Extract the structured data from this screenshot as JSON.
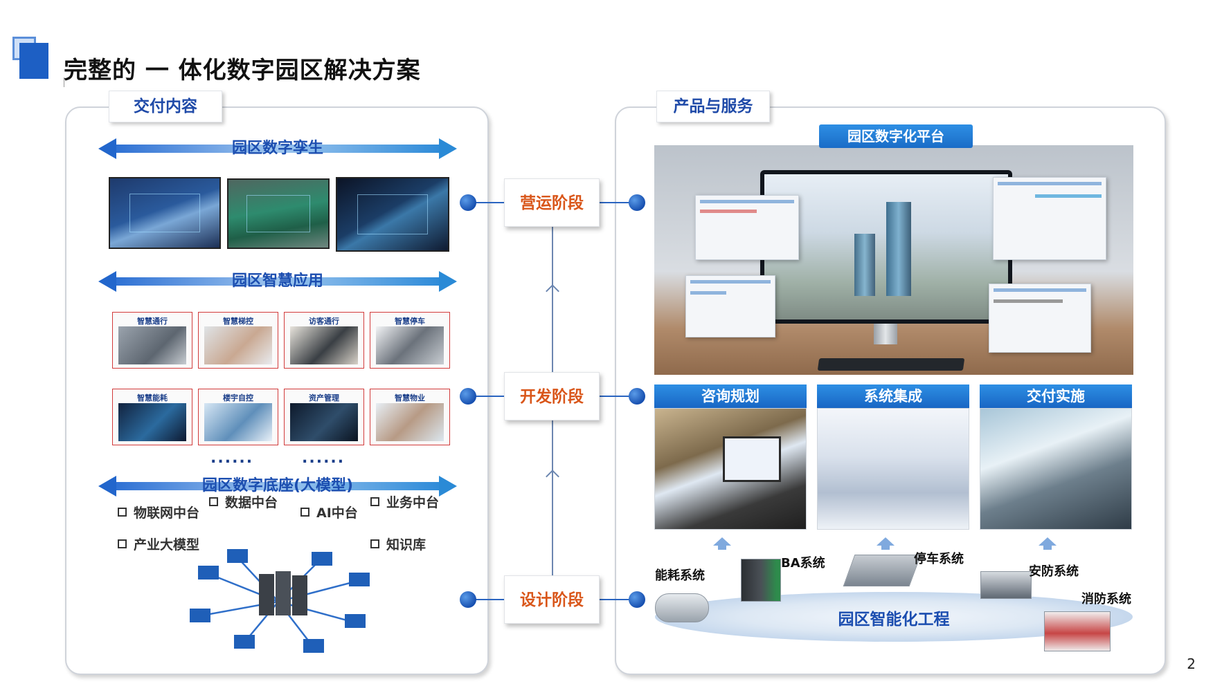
{
  "title": "完整的 一 体化数字园区解决方案",
  "page_number": "2",
  "left_panel": {
    "label": "交付内容",
    "sections": [
      {
        "title": "园区数字孪生"
      },
      {
        "title": "园区智慧应用"
      },
      {
        "title": "园区数字底座(大模型)"
      }
    ],
    "apps_row1": [
      "智慧通行",
      "智慧梯控",
      "访客通行",
      "智慧停车"
    ],
    "apps_row2": [
      "智慧能耗",
      "楼宇自控",
      "资产管理",
      "智慧物业"
    ],
    "ellipsis": [
      "......",
      "......"
    ],
    "platforms": [
      "物联网中台",
      "数据中台",
      "AI中台",
      "业务中台",
      "产业大模型",
      "知识库"
    ]
  },
  "stages": [
    "营运阶段",
    "开发阶段",
    "设计阶段"
  ],
  "right_panel": {
    "label": "产品与服务",
    "platform": "园区数字化平台",
    "services": [
      "咨询规划",
      "系统集成",
      "交付实施"
    ],
    "engineering": "园区智能化工程",
    "systems": [
      "能耗系统",
      "BA系统",
      "停车系统",
      "安防系统",
      "消防系统"
    ]
  },
  "colors": {
    "title_text": "#111111",
    "section_blue": "#1c4eb0",
    "stage_orange": "#d9561a",
    "accent_blue": "#1a6cc7"
  }
}
